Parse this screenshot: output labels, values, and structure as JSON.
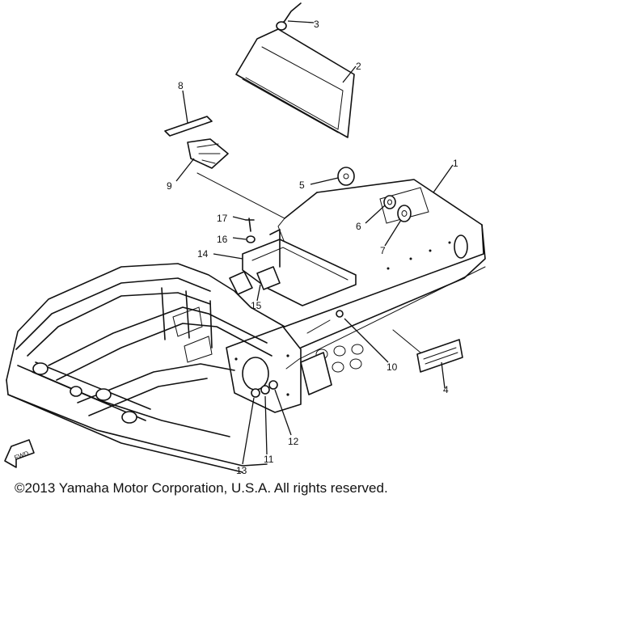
{
  "callouts": [
    "1",
    "2",
    "3",
    "4",
    "5",
    "6",
    "7",
    "8",
    "9",
    "10",
    "11",
    "12",
    "13",
    "14",
    "15",
    "16",
    "17"
  ],
  "fwd_label": "FWD",
  "copyright": "©2013 Yamaha Motor Corporation, U.S.A. All rights reserved."
}
